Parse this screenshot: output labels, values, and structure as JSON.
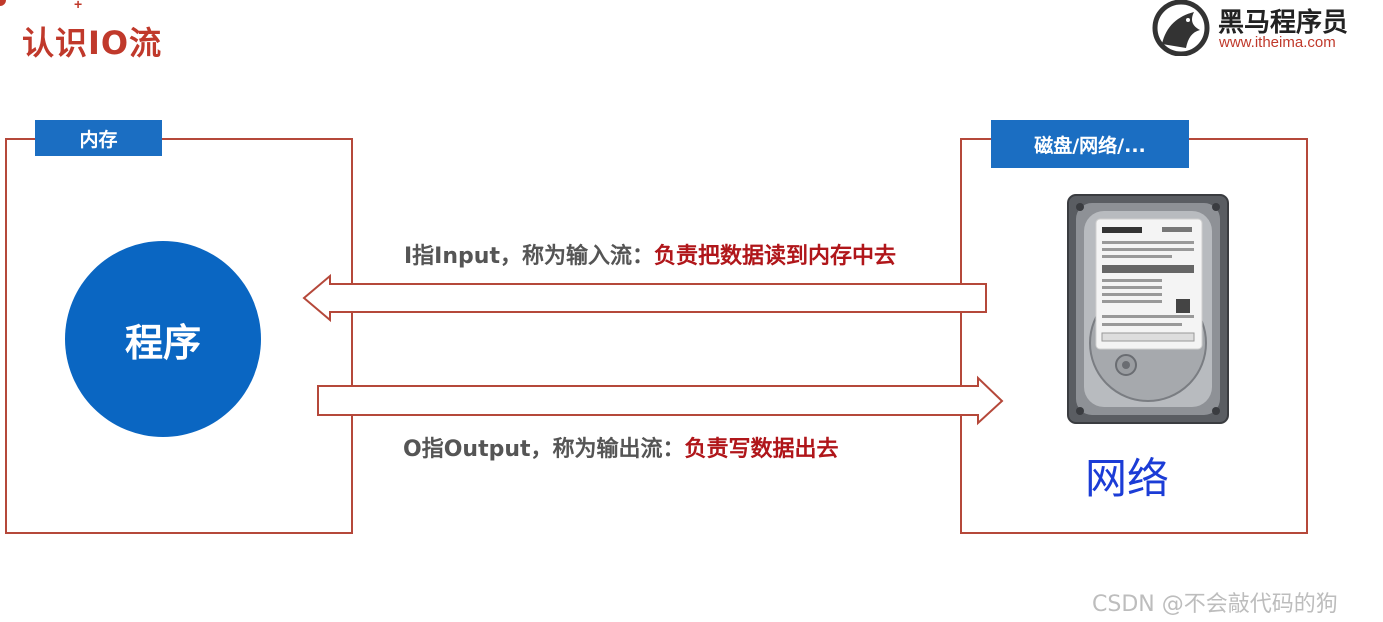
{
  "title": "认识IO流",
  "brand": {
    "name": "黑马程序员",
    "url": "www.itheima.com"
  },
  "memory_box": {
    "tab": "内存",
    "program": "程序"
  },
  "storage_box": {
    "tab": "磁盘/网络/...",
    "handwritten": "网络"
  },
  "flows": {
    "input": {
      "prefix": "I指Input，称为输入流：",
      "desc": "负责把数据读到内存中去"
    },
    "output": {
      "prefix": "O指Output，称为输出流：",
      "desc": "负责写数据出去"
    }
  },
  "colors": {
    "accent_red": "#c0392b",
    "box_border": "#b5483a",
    "tab_blue": "#1b6ec2",
    "circle_blue": "#0a66c2",
    "desc_red": "#b0161a"
  },
  "watermark": "CSDN @不会敲代码的狗"
}
